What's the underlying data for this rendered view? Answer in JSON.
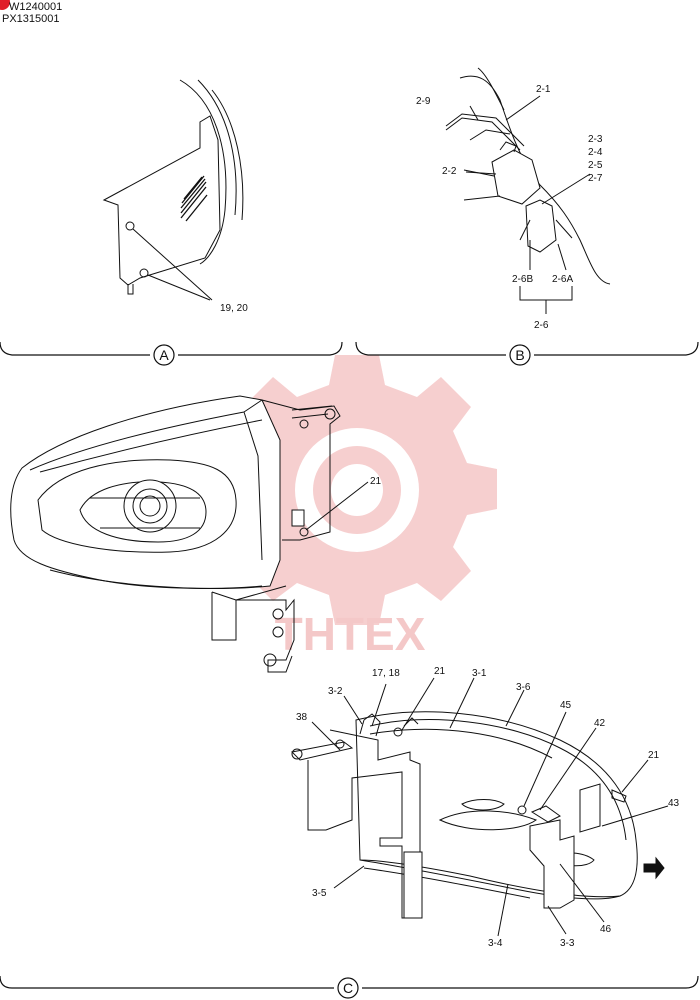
{
  "header": {
    "code_line1": "W1240001",
    "code_line2": "PX1315001"
  },
  "watermark": {
    "text": "THTEX",
    "color": "#f3c3c3"
  },
  "panels": {
    "A": {
      "letter": "A",
      "labels": [
        "19, 20"
      ]
    },
    "B": {
      "letter": "B",
      "labels": [
        "2-1",
        "2-9",
        "2-2",
        "2-3",
        "2-4",
        "2-5",
        "2-7",
        "2-6B",
        "2-6A",
        "2-6"
      ]
    },
    "main": {
      "labels": [
        "21"
      ]
    },
    "C": {
      "letter": "C",
      "labels": [
        "17, 18",
        "21",
        "3-1",
        "3-6",
        "3-2",
        "38",
        "45",
        "42",
        "21",
        "43",
        "3-5",
        "3-4",
        "3-3",
        "46"
      ]
    }
  },
  "colors": {
    "line": "#111111",
    "accent": "#e01e2a"
  }
}
